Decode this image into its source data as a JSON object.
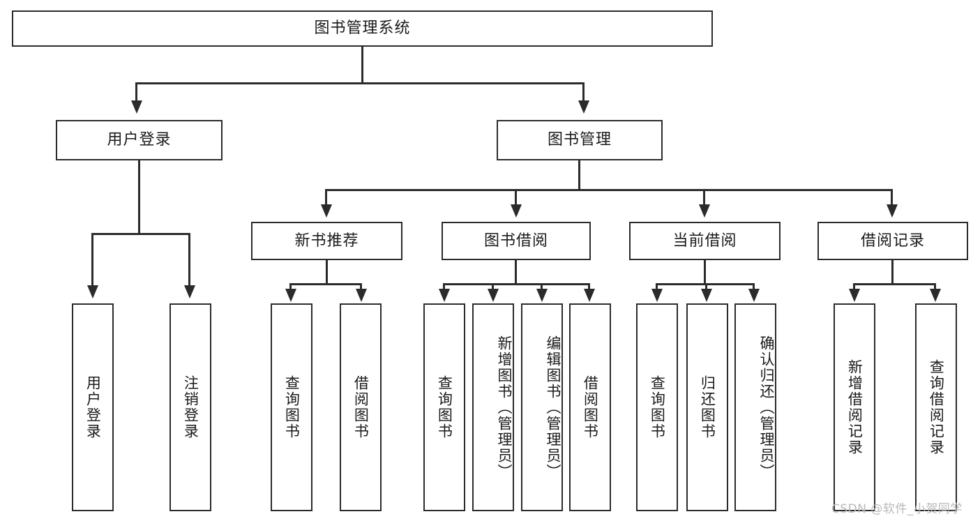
{
  "diagram": {
    "type": "hierarchy-tree",
    "title": "图书管理系统",
    "levels": 4,
    "root": {
      "label": "图书管理系统"
    },
    "level2": [
      {
        "label": "用户登录"
      },
      {
        "label": "图书管理"
      }
    ],
    "level3": [
      {
        "label": "新书推荐",
        "parent": "图书管理"
      },
      {
        "label": "图书借阅",
        "parent": "图书管理"
      },
      {
        "label": "当前借阅",
        "parent": "图书管理"
      },
      {
        "label": "借阅记录",
        "parent": "图书管理"
      }
    ],
    "leaves": {
      "user_login": [
        {
          "label": "用户登录"
        },
        {
          "label": "注销登录"
        }
      ],
      "new_book_recommend": [
        {
          "label": "查询图书"
        },
        {
          "label": "借阅图书"
        }
      ],
      "book_borrow": [
        {
          "label": "查询图书"
        },
        {
          "label": "新增图书（管理员）"
        },
        {
          "label": "编辑图书（管理员）"
        },
        {
          "label": "借阅图书"
        }
      ],
      "current_borrow": [
        {
          "label": "查询图书"
        },
        {
          "label": "归还图书"
        },
        {
          "label": "确认归还（管理员）"
        }
      ],
      "borrow_record": [
        {
          "label": "新增借阅记录"
        },
        {
          "label": "查询借阅记录"
        }
      ]
    }
  },
  "watermark": {
    "text": "CSDN @软件_小贺同学"
  },
  "colors": {
    "stroke": "#2b2b2b",
    "background": "#ffffff",
    "text": "#1a1a1a",
    "watermark": "#b9b9b9"
  }
}
